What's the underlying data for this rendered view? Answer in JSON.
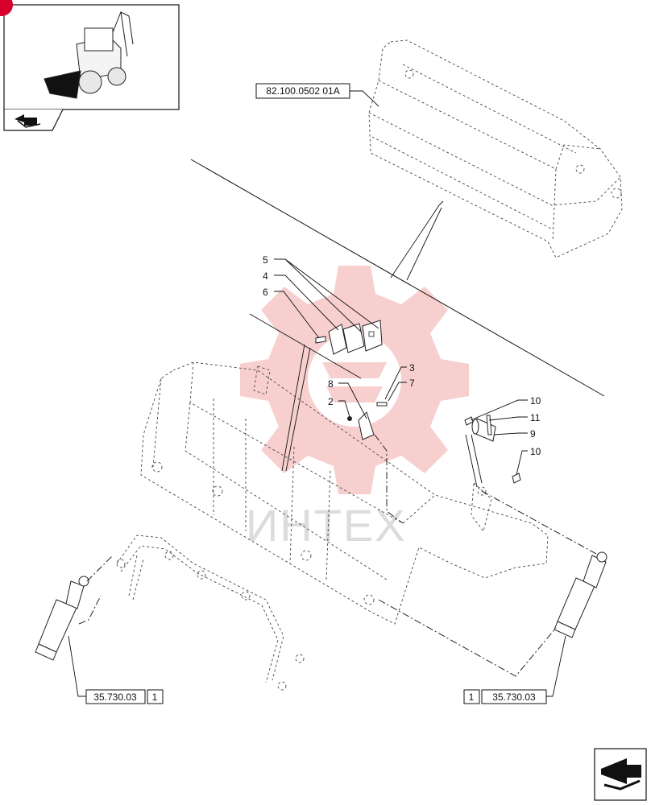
{
  "watermark": {
    "text": "ИНТЕХ",
    "color": "#f3a8a8"
  },
  "thumbnail": {
    "badge_color": "#d6002a"
  },
  "references": {
    "top": "82.100.0502 01A",
    "left_code": "35.730.03",
    "left_num": "1",
    "right_num": "1",
    "right_code": "35.730.03"
  },
  "callouts": [
    "5",
    "4",
    "6",
    "8",
    "3",
    "7",
    "2",
    "10",
    "11",
    "9",
    "10"
  ],
  "icons": {
    "thumb_arrow": "thumbnail-arrow-icon",
    "next_arrow": "next-page-arrow-icon"
  }
}
